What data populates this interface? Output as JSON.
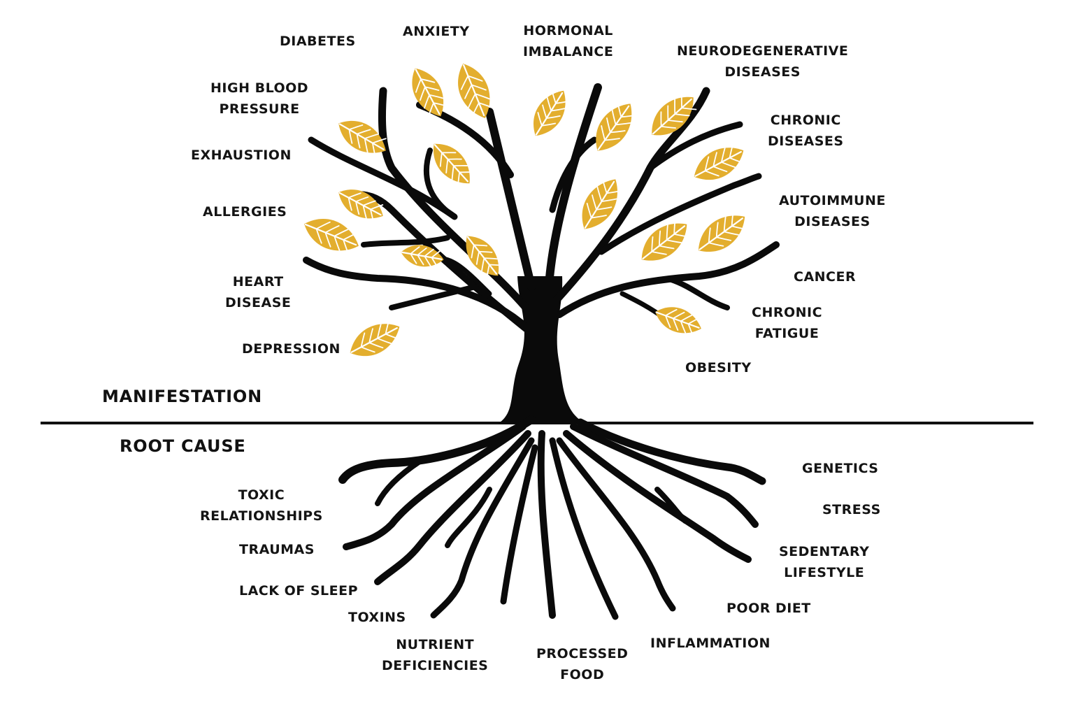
{
  "sections": {
    "manifestation": "MANIFESTATION",
    "root_cause": "ROOT CAUSE"
  },
  "colors": {
    "tree": "#0a0a0a",
    "leaf": "#E3AE2E",
    "leaf_vein": "#ffffff",
    "text": "#141414"
  },
  "manifestations": [
    {
      "lines": [
        "DIABETES"
      ]
    },
    {
      "lines": [
        "ANXIETY"
      ]
    },
    {
      "lines": [
        "HORMONAL",
        "IMBALANCE"
      ]
    },
    {
      "lines": [
        "NEURODEGENERATIVE",
        "DISEASES"
      ]
    },
    {
      "lines": [
        "HIGH BLOOD",
        "PRESSURE"
      ]
    },
    {
      "lines": [
        "CHRONIC",
        "DISEASES"
      ]
    },
    {
      "lines": [
        "EXHAUSTION"
      ]
    },
    {
      "lines": [
        "ALLERGIES"
      ]
    },
    {
      "lines": [
        "AUTOIMMUNE",
        "DISEASES"
      ]
    },
    {
      "lines": [
        "CANCER"
      ]
    },
    {
      "lines": [
        "HEART",
        "DISEASE"
      ]
    },
    {
      "lines": [
        "CHRONIC",
        "FATIGUE"
      ]
    },
    {
      "lines": [
        "DEPRESSION"
      ]
    },
    {
      "lines": [
        "OBESITY"
      ]
    }
  ],
  "root_causes": [
    {
      "lines": [
        "GENETICS"
      ]
    },
    {
      "lines": [
        "TOXIC",
        "RELATIONSHIPS"
      ]
    },
    {
      "lines": [
        "STRESS"
      ]
    },
    {
      "lines": [
        "TRAUMAS"
      ]
    },
    {
      "lines": [
        "SEDENTARY",
        "LIFESTYLE"
      ]
    },
    {
      "lines": [
        "LACK OF SLEEP"
      ]
    },
    {
      "lines": [
        "POOR DIET"
      ]
    },
    {
      "lines": [
        "TOXINS"
      ]
    },
    {
      "lines": [
        "NUTRIENT",
        "DEFICIENCIES"
      ]
    },
    {
      "lines": [
        "INFLAMMATION"
      ]
    },
    {
      "lines": [
        "PROCESSED",
        "FOOD"
      ]
    }
  ]
}
